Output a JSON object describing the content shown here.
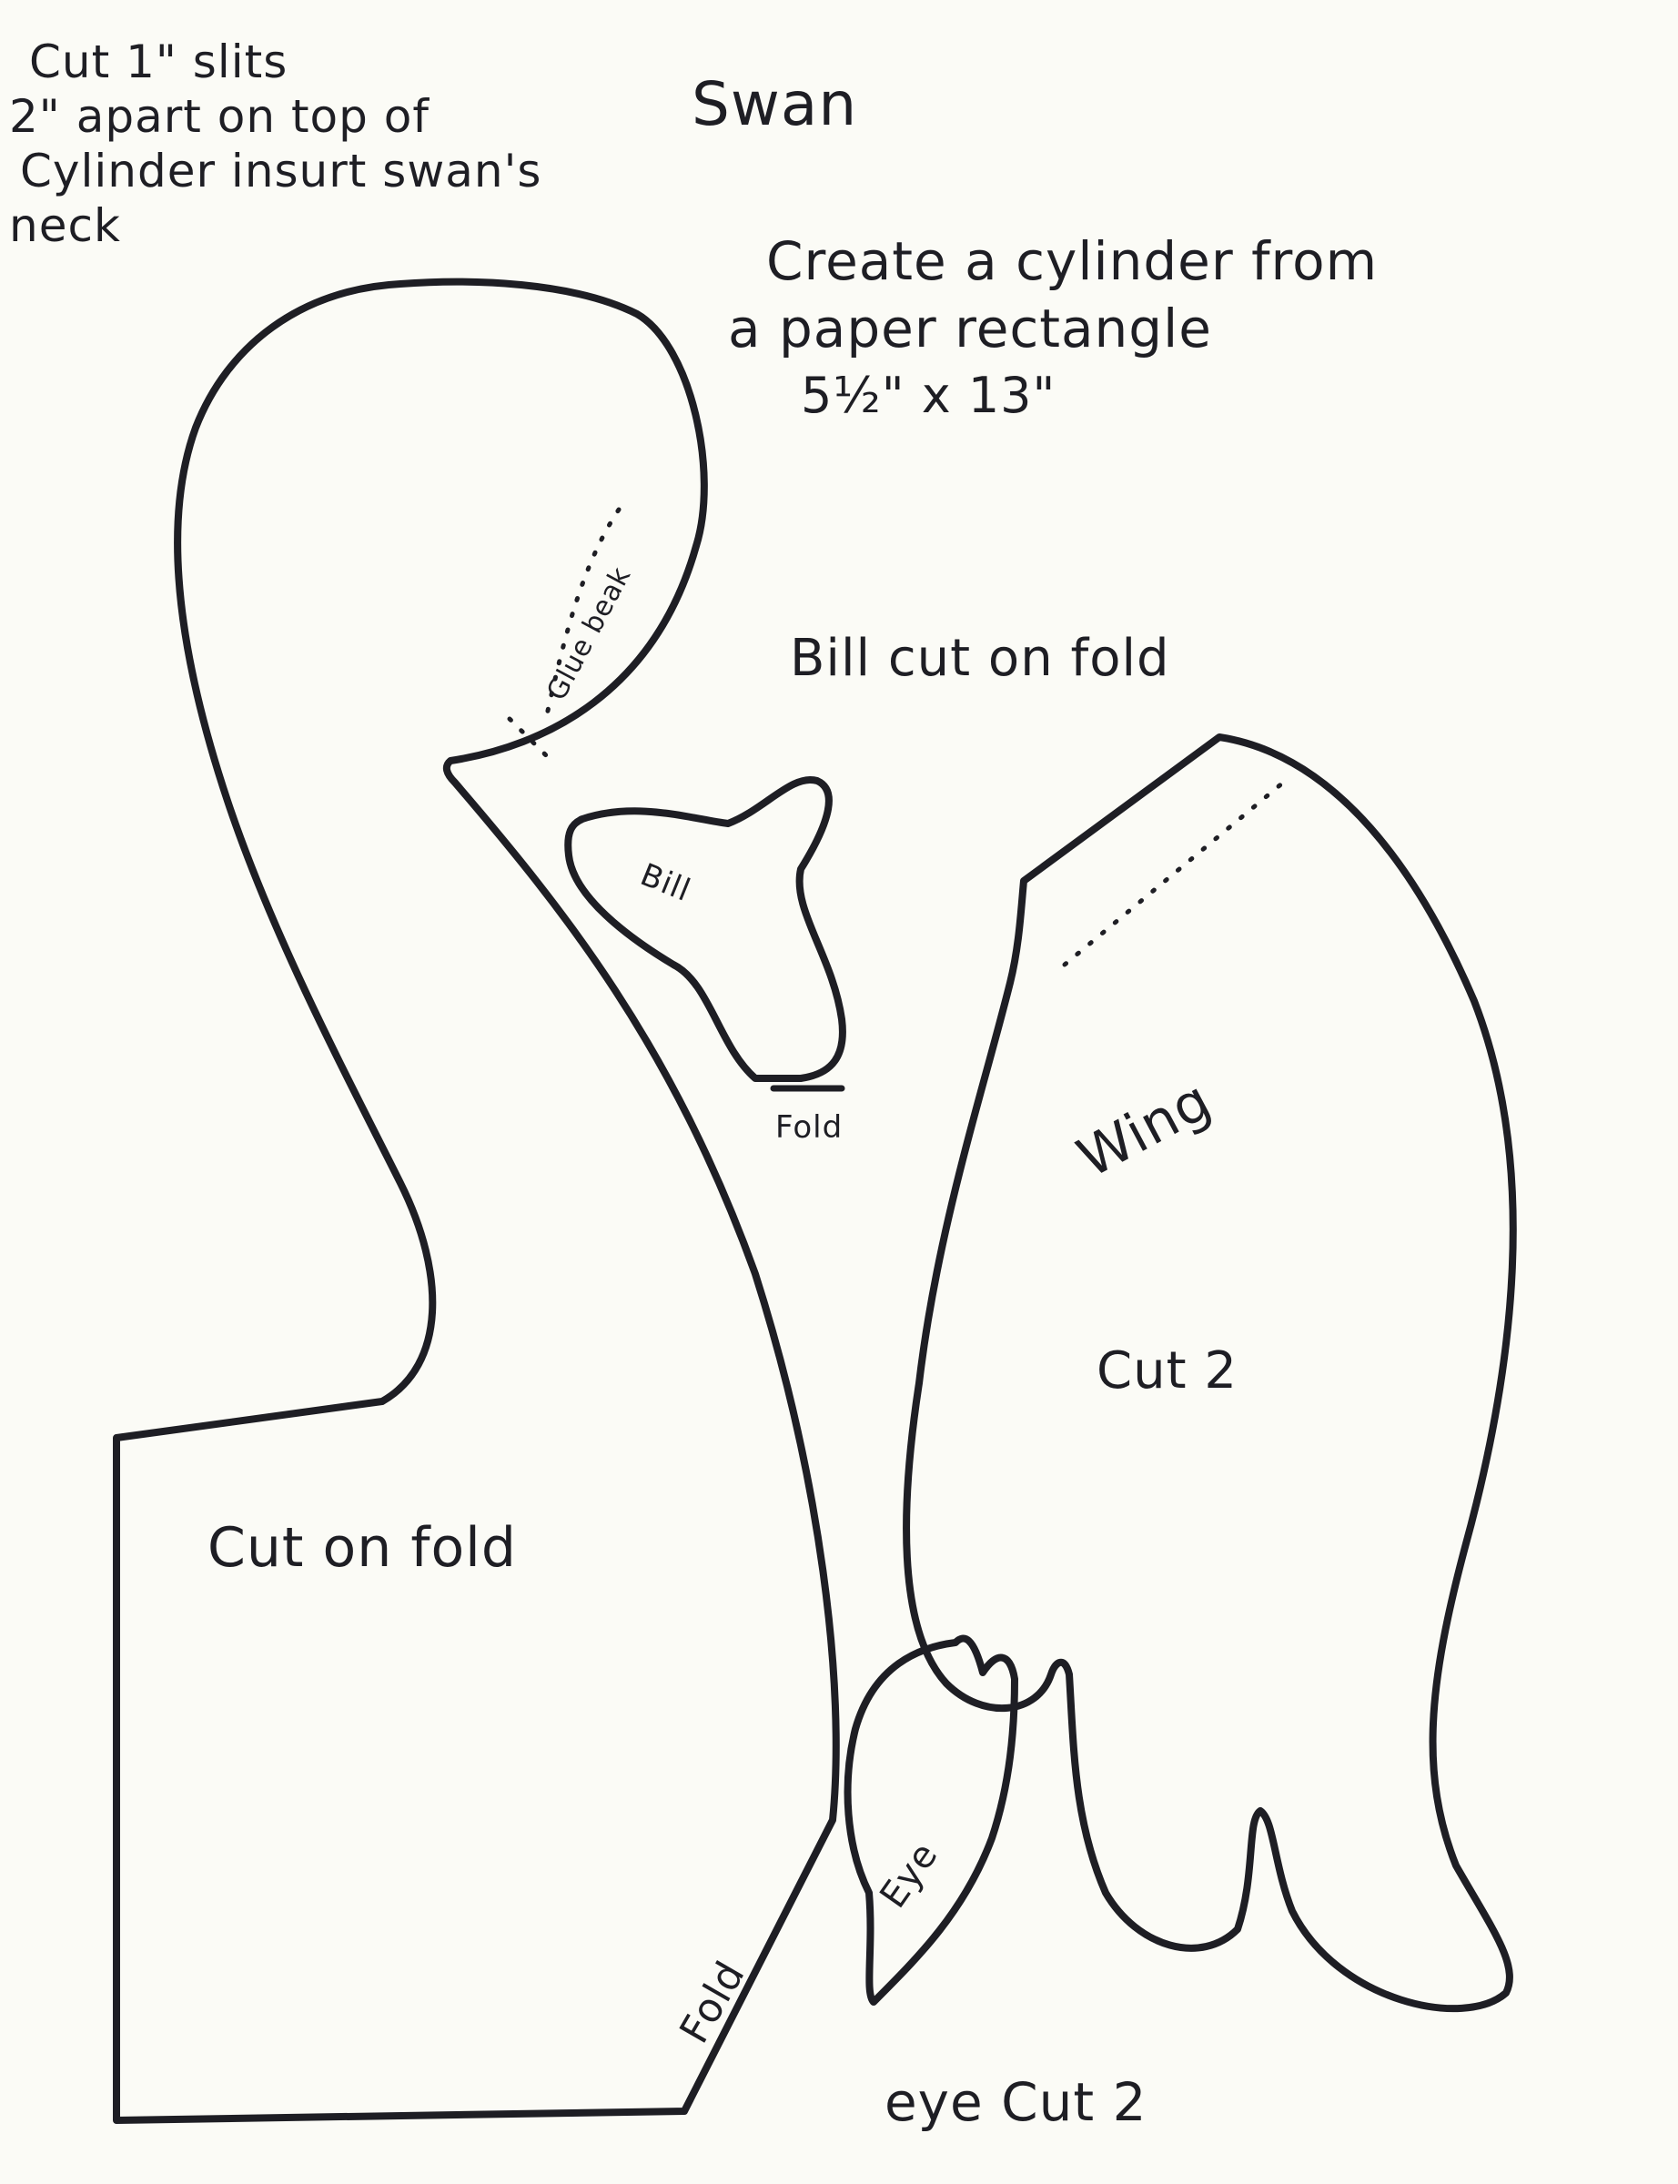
{
  "notes": {
    "cut_slits": [
      "Cut 1\" slits",
      "2\" apart on top of",
      "Cylinder insurt swan's",
      "neck"
    ],
    "title": "Swan",
    "cylinder": [
      "Create a cylinder from",
      "a paper rectangle",
      "5½\" x 13\""
    ],
    "bill_instruction": "Bill cut on fold"
  },
  "pieces": {
    "body": {
      "label": "Cut on fold",
      "glue_label": "Glue beak",
      "fold_label": "Fold"
    },
    "bill": {
      "label": "Bill",
      "fold_label": "Fold"
    },
    "wing": {
      "label": "Wing",
      "count_label": "Cut 2"
    },
    "eye": {
      "label": "Eye",
      "count_label": "eye Cut 2"
    }
  }
}
